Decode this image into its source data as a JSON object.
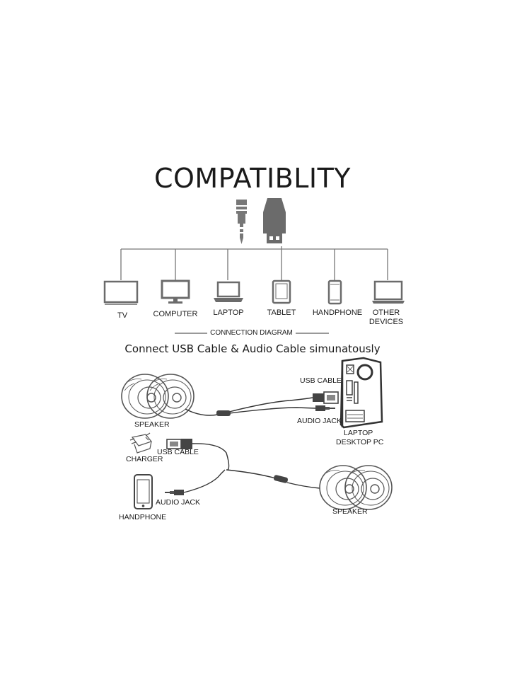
{
  "title": "COMPATIBLITY",
  "devices": [
    {
      "label": "TV",
      "icon": "tv-icon"
    },
    {
      "label": "COMPUTER",
      "icon": "monitor-icon"
    },
    {
      "label": "LAPTOP",
      "icon": "laptop-icon"
    },
    {
      "label": "TABLET",
      "icon": "tablet-icon"
    },
    {
      "label": "HANDPHONE",
      "icon": "phone-icon"
    },
    {
      "label": "OTHER DEVICES",
      "icon": "other-device-icon"
    }
  ],
  "section_heading": "CONNECTION DIAGRAM",
  "subheading": "Connect USB Cable & Audio Cable simunatously",
  "diagram1": {
    "speaker_label": "SPEAKER",
    "usb_label": "USB CABLE",
    "audio_label": "AUDIO JACK",
    "pc_label_line1": "LAPTOP",
    "pc_label_line2": "DESKTOP PC"
  },
  "diagram2": {
    "charger_label": "CHARGER",
    "usb_label": "USB CABLE",
    "audio_label": "AUDIO JACK",
    "phone_label": "HANDPHONE",
    "speaker_label": "SPEAKER"
  },
  "colors": {
    "line": "#555555",
    "icon": "#6b6b6b",
    "text": "#1a1a1a"
  }
}
